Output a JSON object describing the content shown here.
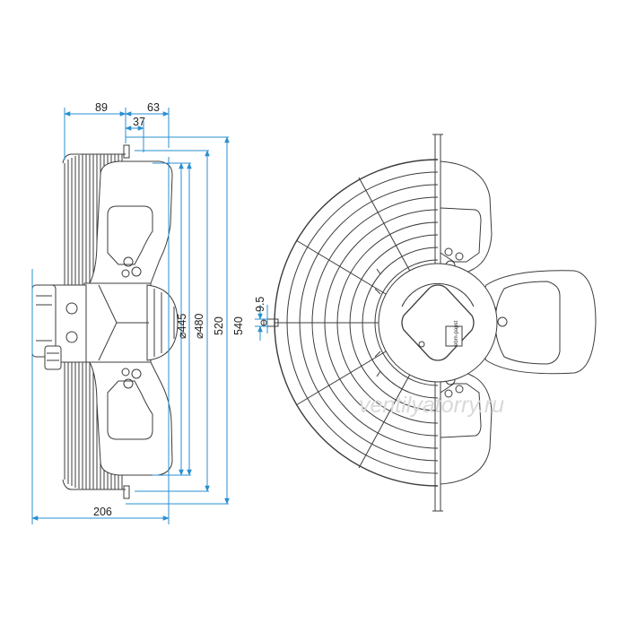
{
  "drawing": {
    "colors": {
      "line": "#3c3c3c",
      "dim": "#2a8fd0",
      "text": "#222222",
      "watermark": "#d9d9d9",
      "background": "#ffffff"
    },
    "side_view": {
      "dims": {
        "top_89": "89",
        "top_63": "63",
        "top_37": "37",
        "d445": "⌀445",
        "d480": "⌀480",
        "d520": "520",
        "d540": "540",
        "bottom_206": "206"
      }
    },
    "front_view": {
      "dims": {
        "d95": "9.5"
      },
      "nameplate": "ebm-papst",
      "watermark": "ventilyatorry.ru"
    }
  }
}
